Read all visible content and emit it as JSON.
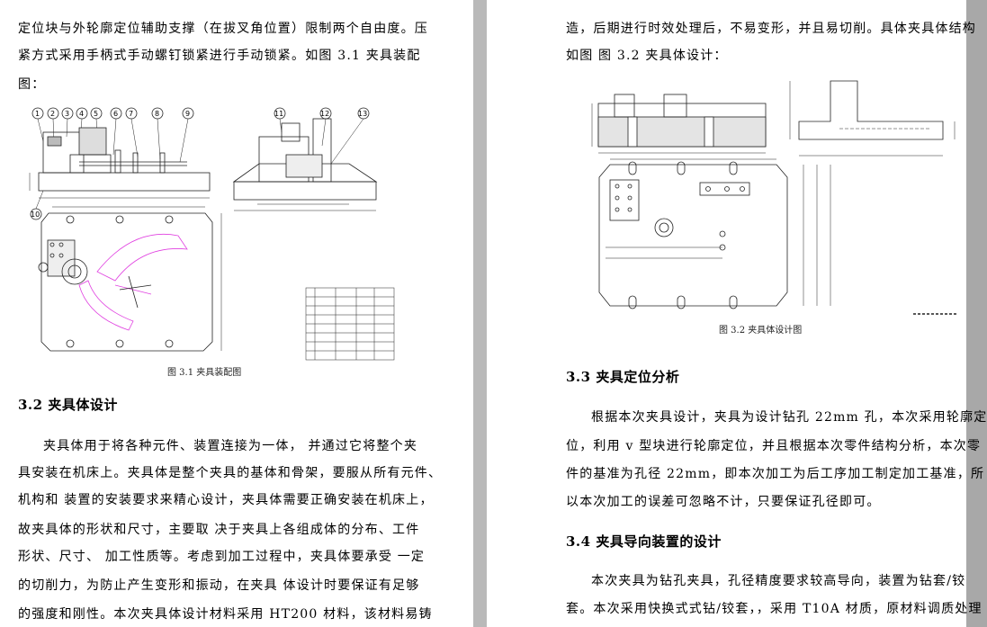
{
  "left_page": {
    "intro_lines": [
      "定位块与外轮廓定位辅助支撑（在拔叉角位置）限制两个自由度。压",
      "紧方式采用手柄式手动螺钉锁紧进行手动锁紧。如图 3.1  夹具装配",
      "图："
    ],
    "figure": {
      "callouts": [
        "1",
        "2",
        "3",
        "4",
        "5",
        "6",
        "7",
        "8",
        "9",
        "10",
        "11",
        "12",
        "13"
      ],
      "caption": "图 3.1   夹具装配图"
    },
    "section_heading": "3.2  夹具体设计",
    "body_lines": [
      "夹具体用于将各种元件、装置连接为一体，  并通过它将整个夹",
      "具安装在机床上。夹具体是整个夹具的基体和骨架，要服从所有元件、",
      "机构和  装置的安装要求来精心设计，夹具体需要正确安装在机床上，",
      "故夹具体的形状和尺寸，主要取  决于夹具上各组成体的分布、工件",
      "形状、尺寸、  加工性质等。考虑到加工过程中，夹具体要承受  一定",
      "的切削力，为防止产生变形和振动，在夹具  体设计时要保证有足够",
      "的强度和刚性。本次夹具体设计材料采用 HT200 材料，该材料易铸"
    ]
  },
  "right_page": {
    "intro_lines": [
      "造，后期进行时效处理后，不易变形，并且易切削。具体夹具体结构",
      "如图  图 3.2 夹具体设计："
    ],
    "figure": {
      "caption": "图 3.2   夹具体设计图"
    },
    "section_33": {
      "heading": "3.3  夹具定位分析",
      "lines": [
        "根据本次夹具设计，夹具为设计钻孔 22mm 孔，本次采用轮廓定",
        "位，利用 v 型块进行轮廓定位，并且根据本次零件结构分析，本次零",
        "件的基准为孔径 22mm，即本次加工为后工序加工制定加工基准，所",
        "以本次加工的误差可忽略不计，只要保证孔径即可。"
      ]
    },
    "section_34": {
      "heading": "3.4  夹具导向装置的设计",
      "lines": [
        "本次夹具为钻孔夹具，孔径精度要求较高导向，装置为钻套/铰",
        "套。本次采用快换式式钻/铰套，，采用 T10A 材质，原材料调质处理"
      ]
    }
  }
}
